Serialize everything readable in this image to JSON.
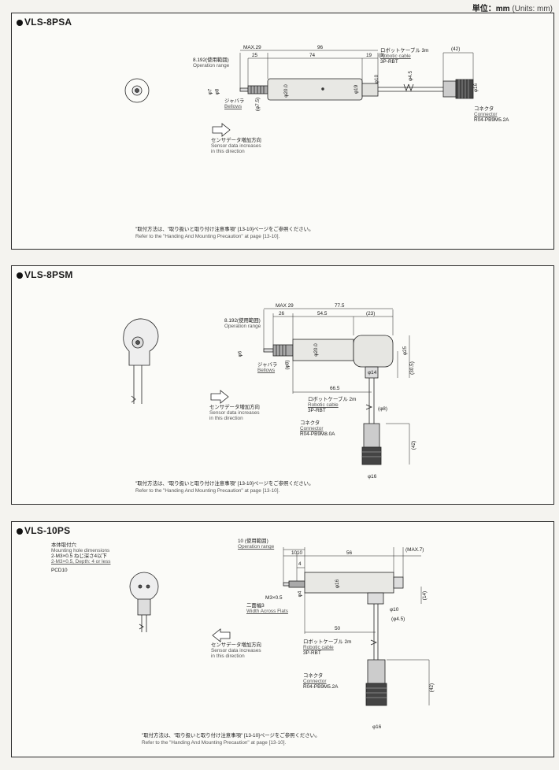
{
  "header": {
    "units_ja": "単位：mm",
    "units_en": "(Units: mm)"
  },
  "note": {
    "ja": "\"取付方法は、\"取り扱いと取り付け注意事項\" [13-10]ページをご参照ください。",
    "en": "Refer to the \"Handing And Mounting Precaution\" at page [13-10]."
  },
  "panels": [
    {
      "title": "VLS-8PSA",
      "dims": {
        "max": "MAX.29",
        "total": "96",
        "a": "25",
        "b": "74",
        "c": "19",
        "d": "(3)",
        "conn_len": "(42)",
        "phi7": "φ7",
        "phi8": "φ8",
        "phi75": "(φ7.5)",
        "phi20": "φ20.0",
        "phi19": "φ19",
        "phi10": "φ10",
        "phi45": "φ4.5",
        "phi16": "φ16"
      },
      "operation_ja": "8.192(使用範囲)",
      "operation_en": "Operation range",
      "bellows_ja": "ジャバラ",
      "bellows_en": "Bellows",
      "cable_ja": "ロボットケーブル 3m",
      "cable_en": "Robotic cable",
      "cable_code": "3P-RBT",
      "connector_ja": "コネクタ",
      "connector_en": "Connector",
      "connector_code": "R04-PB9M5.2A",
      "sensor_ja": "センサデータ増加方向",
      "sensor_en1": "Sensor data increases",
      "sensor_en2": "in this direction"
    },
    {
      "title": "VLS-8PSM",
      "dims": {
        "max": "MAX 29",
        "total": "77.5",
        "a": "26",
        "b": "54.5",
        "c": "(23)",
        "len665": "66.5",
        "conn_len": "(42)",
        "phi6": "φ6",
        "phi8b": "(φ8)",
        "phi20": "φ20.0",
        "phi25": "φ25",
        "phi14": "φ14",
        "h305": "(30.5)",
        "phi8c": "(φ8)",
        "phi16": "φ16"
      },
      "operation_ja": "8.192(使用範囲)",
      "operation_en": "Operation range",
      "bellows_ja": "ジャバラ",
      "bellows_en": "Bellows",
      "cable_ja": "ロボットケーブル 2m",
      "cable_en": "Robotic cable",
      "cable_code": "3P-RBT",
      "connector_ja": "コネクタ",
      "connector_en": "Connector",
      "connector_code": "R04-PB9M8.0A",
      "sensor_ja": "センサデータ増加方向",
      "sensor_en1": "Sensor data increases",
      "sensor_en2": "in this direction"
    },
    {
      "title": "VLS-10PS",
      "mount_ja": "本体取付穴",
      "mount_en": "Mounting hole dimensions",
      "mount2_ja": "2-M3×0.5 ねじ深さ4以下",
      "mount2_en": "2-M3×0.5, Depth: 4 or less",
      "pcd": "PCD10",
      "dims": {
        "a": "10",
        "b": "10",
        "c": "56",
        "max": "(MAX.7)",
        "four": "4",
        "phi16": "φ16",
        "h14": "(14)",
        "phi10": "φ10",
        "phi45": "(φ4.5)",
        "len50": "50",
        "conn_len": "(42)",
        "phi16b": "φ16",
        "phi4": "φ4"
      },
      "operation_ja": "10 (使用範囲)",
      "operation_en": "Operation range",
      "thread": "M3×0.5",
      "flats_ja": "二面幅3",
      "flats_en": "Width Across Flats",
      "cable_ja": "ロボットケーブル 2m",
      "cable_en": "Robotic cable",
      "cable_code": "3P-RBT",
      "connector_ja": "コネクタ",
      "connector_en": "Connector",
      "connector_code": "R04-PB9M5.2A",
      "sensor_ja": "センサデータ増加方向",
      "sensor_en1": "Sensor data increases",
      "sensor_en2": "in this direction"
    }
  ]
}
